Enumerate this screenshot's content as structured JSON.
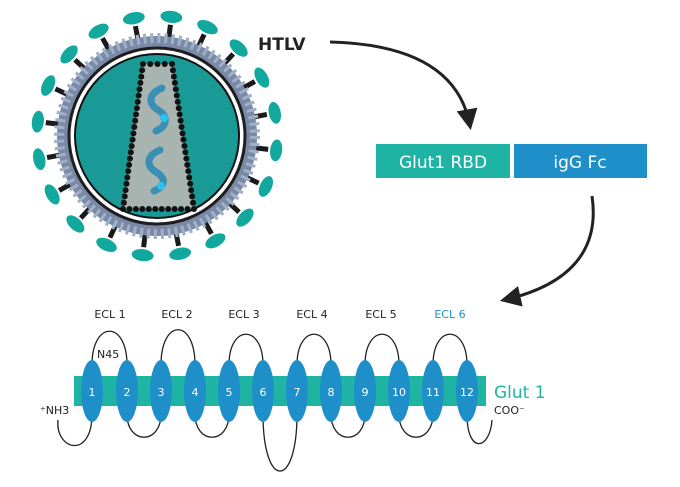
{
  "virus_label": "HTLV",
  "fusion": {
    "rbd_label": "Glut1  RBD",
    "fc_label": "igG  Fc"
  },
  "ecl_labels": [
    "ECL  1",
    "ECL  2",
    "ECL  3",
    "ECL  4",
    "ECL  5",
    "ECL  6"
  ],
  "n45_label": "N45",
  "nh3_label": "⁺NH3",
  "coo_label": "COO⁻",
  "glut1_label": "Glut 1",
  "helix_numbers": [
    "1",
    "2",
    "3",
    "4",
    "5",
    "6",
    "7",
    "8",
    "9",
    "10",
    "11",
    "12"
  ],
  "colors": {
    "teal": "#1fb3a3",
    "blue": "#1f8fca",
    "dark": "#222222",
    "virus_core": "#1a9a96",
    "capsid_fill": "#a8b4b0",
    "spike": "#12a89e"
  }
}
